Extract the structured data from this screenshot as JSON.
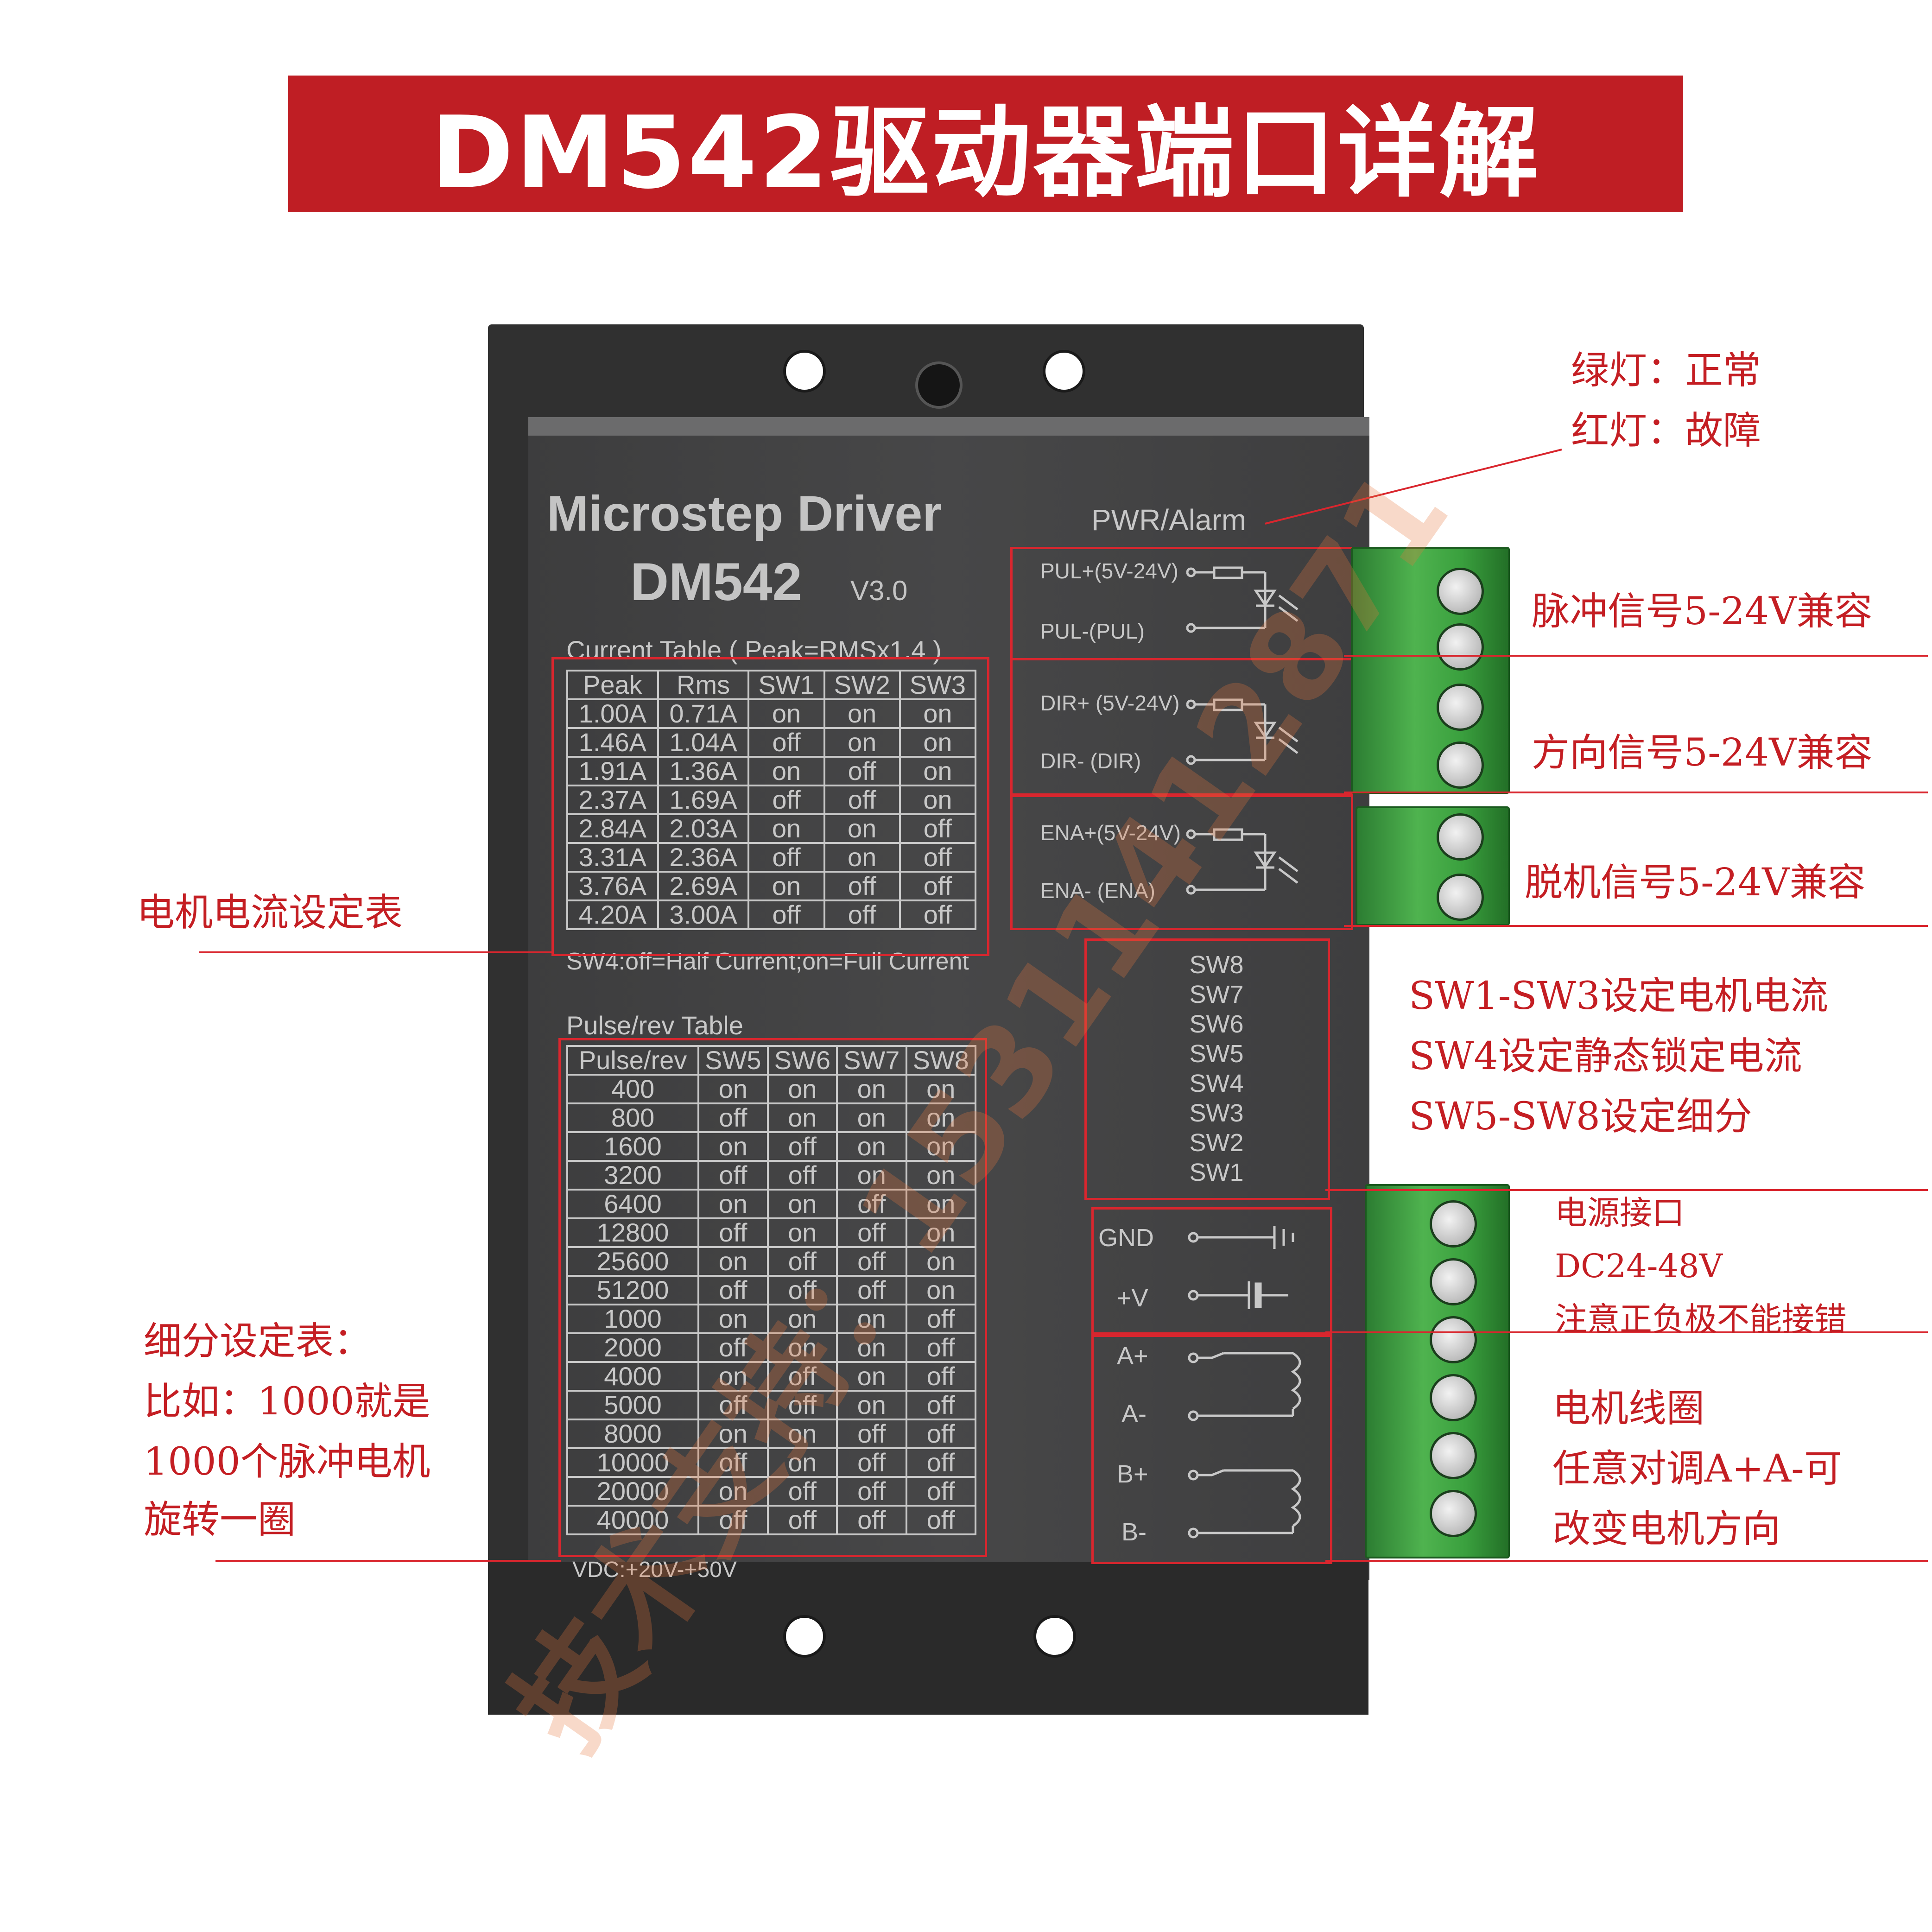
{
  "title": "DM542驱动器端口详解",
  "device": {
    "name": "Microstep Driver",
    "model": "DM542",
    "version": "V3.0",
    "current_table": {
      "caption": "Current Table ( Peak=RMSx1.4 )",
      "headers": [
        "Peak",
        "Rms",
        "SW1",
        "SW2",
        "SW3"
      ],
      "rows": [
        [
          "1.00A",
          "0.71A",
          "on",
          "on",
          "on"
        ],
        [
          "1.46A",
          "1.04A",
          "off",
          "on",
          "on"
        ],
        [
          "1.91A",
          "1.36A",
          "on",
          "off",
          "on"
        ],
        [
          "2.37A",
          "1.69A",
          "off",
          "off",
          "on"
        ],
        [
          "2.84A",
          "2.03A",
          "on",
          "on",
          "off"
        ],
        [
          "3.31A",
          "2.36A",
          "off",
          "on",
          "off"
        ],
        [
          "3.76A",
          "2.69A",
          "on",
          "off",
          "off"
        ],
        [
          "4.20A",
          "3.00A",
          "off",
          "off",
          "off"
        ]
      ],
      "note": "SW4:off=Half Current;on=Full Current"
    },
    "pulse_table": {
      "caption": "Pulse/rev Table",
      "headers": [
        "Pulse/rev",
        "SW5",
        "SW6",
        "SW7",
        "SW8"
      ],
      "rows": [
        [
          "400",
          "on",
          "on",
          "on",
          "on"
        ],
        [
          "800",
          "off",
          "on",
          "on",
          "on"
        ],
        [
          "1600",
          "on",
          "off",
          "on",
          "on"
        ],
        [
          "3200",
          "off",
          "off",
          "on",
          "on"
        ],
        [
          "6400",
          "on",
          "on",
          "off",
          "on"
        ],
        [
          "12800",
          "off",
          "on",
          "off",
          "on"
        ],
        [
          "25600",
          "on",
          "off",
          "off",
          "on"
        ],
        [
          "51200",
          "off",
          "off",
          "off",
          "on"
        ],
        [
          "1000",
          "on",
          "on",
          "on",
          "off"
        ],
        [
          "2000",
          "off",
          "on",
          "on",
          "off"
        ],
        [
          "4000",
          "on",
          "off",
          "on",
          "off"
        ],
        [
          "5000",
          "off",
          "off",
          "on",
          "off"
        ],
        [
          "8000",
          "on",
          "on",
          "off",
          "off"
        ],
        [
          "10000",
          "off",
          "on",
          "off",
          "off"
        ],
        [
          "20000",
          "on",
          "off",
          "off",
          "off"
        ],
        [
          "40000",
          "off",
          "off",
          "off",
          "off"
        ]
      ],
      "vdc": "VDC:+20V-+50V"
    },
    "pwr_alarm": "PWR/Alarm",
    "signals": {
      "pul_plus": "PUL+(5V-24V)",
      "pul_minus": "PUL-(PUL)",
      "dir_plus": "DIR+ (5V-24V)",
      "dir_minus": "DIR- (DIR)",
      "ena_plus": "ENA+(5V-24V)",
      "ena_minus": "ENA- (ENA)"
    },
    "switches": [
      "SW8",
      "SW7",
      "SW6",
      "SW5",
      "SW4",
      "SW3",
      "SW2",
      "SW1"
    ],
    "power": {
      "gnd": "GND",
      "vplus": "+V"
    },
    "motor": {
      "a_plus": "A+",
      "a_minus": "A-",
      "b_plus": "B+",
      "b_minus": "B-"
    }
  },
  "annotations": {
    "led_green": "绿灯：正常",
    "led_red": "红灯：故障",
    "pulse_signal": "脉冲信号5-24V兼容",
    "dir_signal": "方向信号5-24V兼容",
    "ena_signal": "脱机信号5-24V兼容",
    "current_table": "电机电流设定表",
    "sw_line1": "SW1-SW3设定电机电流",
    "sw_line2": "SW4设定静态锁定电流",
    "sw_line3": "SW5-SW8设定细分",
    "power_line1": "电源接口",
    "power_line2": "DC24-48V",
    "power_line3": "注意正负极不能接错",
    "subdiv_line1": "细分设定表：",
    "subdiv_line2": "比如：1000就是",
    "subdiv_line3": "1000个脉冲电机",
    "subdiv_line4": "旋转一圈",
    "motor_line1": "电机线圈",
    "motor_line2": "任意对调A+A-可",
    "motor_line3": "改变电机方向"
  },
  "watermark": "技术支持：15311412871",
  "colors": {
    "banner": "#bf1e24",
    "annotation_red": "#c41e23",
    "device_body": "#444445",
    "terminal_green": "#3aa03e"
  }
}
